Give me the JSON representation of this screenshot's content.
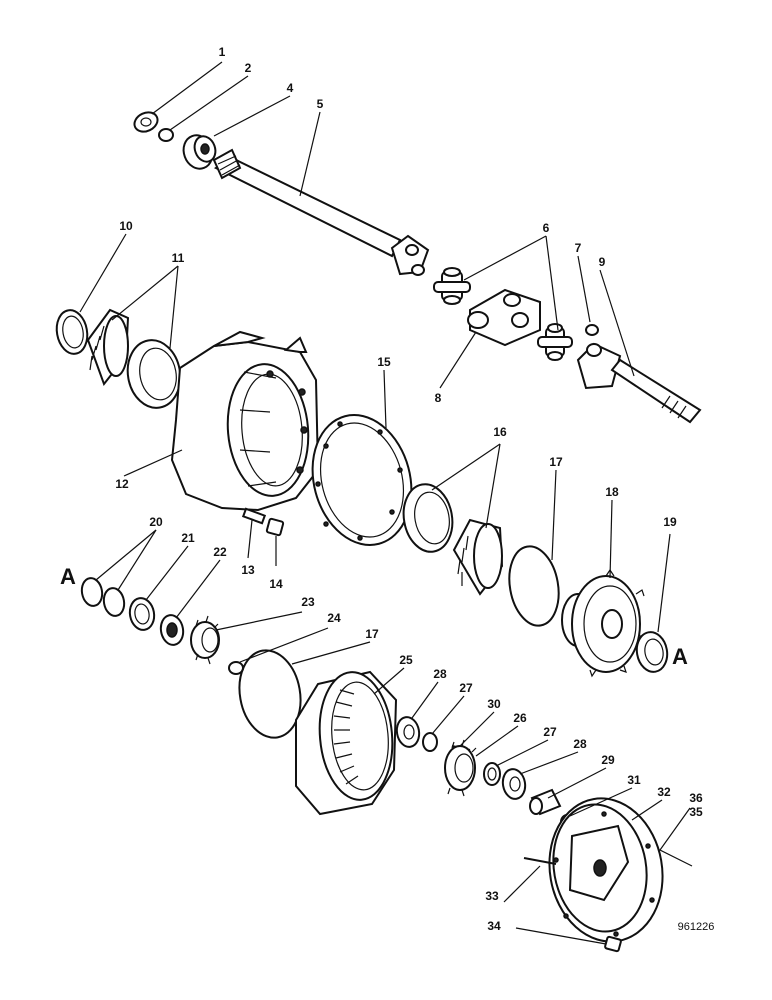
{
  "part_numbers": {
    "p1": "1",
    "p2": "2",
    "p4": "4",
    "p5": "5",
    "p6": "6",
    "p7": "7",
    "p8": "8",
    "p9": "9",
    "p10": "10",
    "p11": "11",
    "p12": "12",
    "p13": "13",
    "p14": "14",
    "p15": "15",
    "p16": "16",
    "p17a": "17",
    "p17b": "17",
    "p18": "18",
    "p19": "19",
    "p20": "20",
    "p21": "21",
    "p22": "22",
    "p23": "23",
    "p24": "24",
    "p25": "25",
    "p26": "26",
    "p27a": "27",
    "p27b": "27",
    "p28a": "28",
    "p28b": "28",
    "p29": "29",
    "p30": "30",
    "p31": "31",
    "p32": "32",
    "p33": "33",
    "p34": "34",
    "p35": "35",
    "p36": "36"
  },
  "reference_marks": {
    "left": "A",
    "right": "A"
  },
  "drawing_code": "961226"
}
